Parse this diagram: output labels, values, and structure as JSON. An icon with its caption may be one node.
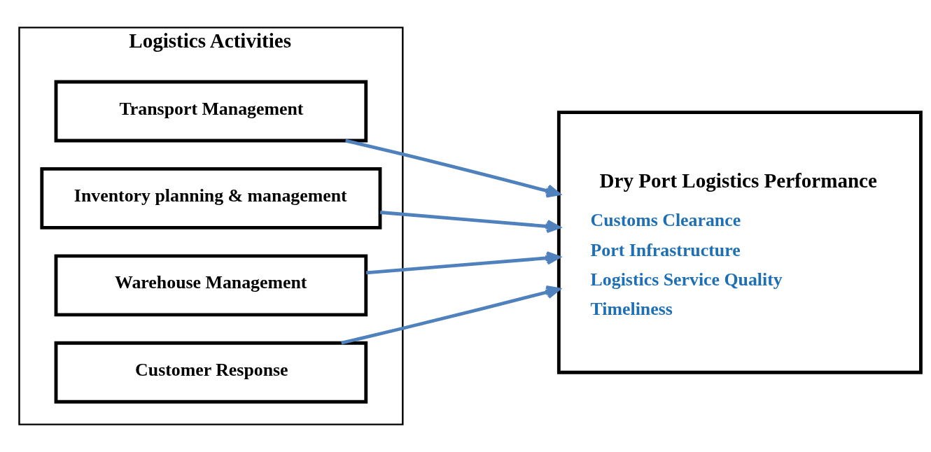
{
  "diagram": {
    "nodes": [
      {
        "text": [
          "Logistics Activities"
        ]
      },
      {
        "text": [
          "Transport Management"
        ],
        "in": 0
      },
      {
        "text": [
          "Inventory planning & management"
        ],
        "in": 0
      },
      {
        "text": [
          "Warehouse Management"
        ],
        "in": 0
      },
      {
        "text": [
          "Customer Response"
        ],
        "in": 0
      },
      {
        "text": [
          "Dry Port Logistics Performance",
          "Customs Clearance",
          "Port Infrastructure",
          "Logistics Service Quality",
          "Timeliness"
        ]
      }
    ],
    "edges": [
      {
        "from": 1,
        "to": 5,
        "arrow": "to"
      },
      {
        "from": 2,
        "to": 5,
        "arrow": "to"
      },
      {
        "from": 3,
        "to": 5,
        "arrow": "to"
      },
      {
        "from": 4,
        "to": 5,
        "arrow": "to"
      }
    ]
  }
}
